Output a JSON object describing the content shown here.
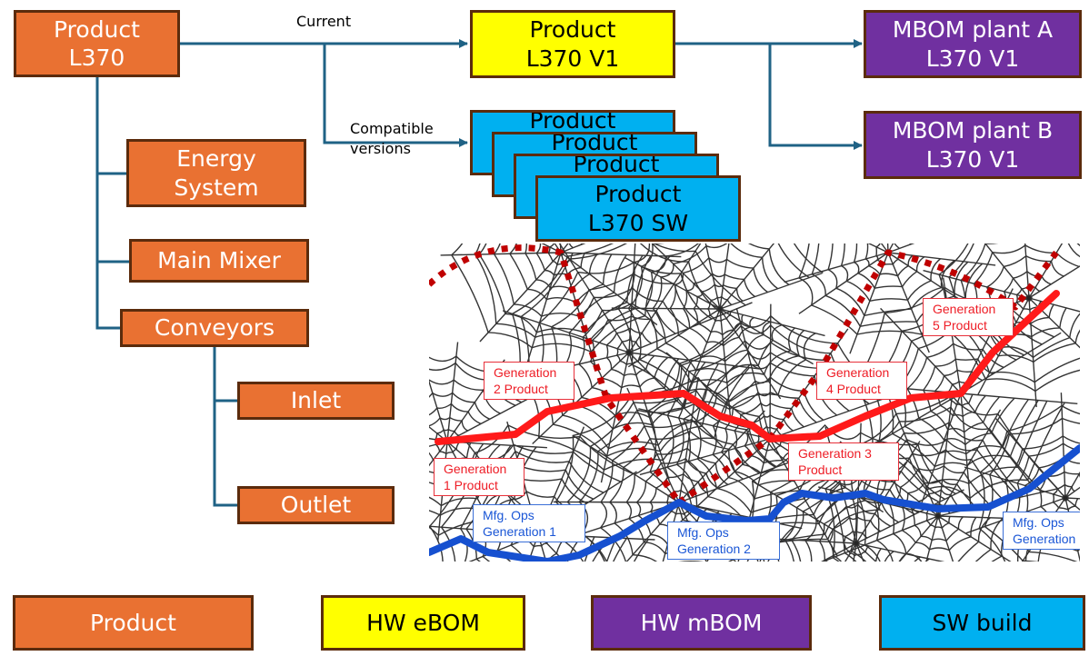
{
  "root": {
    "line1": "Product",
    "line2": "L370"
  },
  "children": [
    {
      "line1": "Energy",
      "line2": "System"
    },
    {
      "line1": "Main Mixer"
    },
    {
      "line1": "Conveyors"
    }
  ],
  "grandchildren": [
    {
      "line1": "Inlet"
    },
    {
      "line1": "Outlet"
    }
  ],
  "branch_labels": {
    "current": "Current",
    "compatible_line1": "Compatible",
    "compatible_line2": "versions"
  },
  "current_version": {
    "line1": "Product",
    "line2": "L370 V1"
  },
  "compatible_versions": [
    {
      "line1": "Product"
    },
    {
      "line1": "Product"
    },
    {
      "line1": "Product"
    },
    {
      "line1": "Product",
      "line2": "L370 SW"
    }
  ],
  "mboms": [
    {
      "line1": "MBOM plant A",
      "line2": "L370 V1"
    },
    {
      "line1": "MBOM plant B",
      "line2": "L370 V1"
    }
  ],
  "illustration": {
    "product_generations": [
      {
        "line1": "Generation",
        "line2": "1 Product"
      },
      {
        "line1": "Generation",
        "line2": "2 Product"
      },
      {
        "line1": "Generation 3",
        "line2": "Product"
      },
      {
        "line1": "Generation",
        "line2": "4 Product"
      },
      {
        "line1": "Generation",
        "line2": "5 Product"
      }
    ],
    "mfg_ops": [
      {
        "line1": "Mfg. Ops",
        "line2": "Generation 1"
      },
      {
        "line1": "Mfg. Ops",
        "line2": "Generation 2"
      },
      {
        "line1": "Mfg. Ops",
        "line2": "Generation"
      }
    ],
    "colors": {
      "product_line": "#ff1a1a",
      "dotted_line": "#c00000",
      "ops_line": "#1650d0"
    }
  },
  "legend": [
    {
      "label": "Product",
      "color": "#e97132"
    },
    {
      "label": "HW eBOM",
      "color": "#ffff00"
    },
    {
      "label": "HW mBOM",
      "color": "#7030a0"
    },
    {
      "label": "SW build",
      "color": "#00b0f0"
    }
  ],
  "colors": {
    "connector": "#1f6285",
    "box_border": "#5b2b0c"
  }
}
